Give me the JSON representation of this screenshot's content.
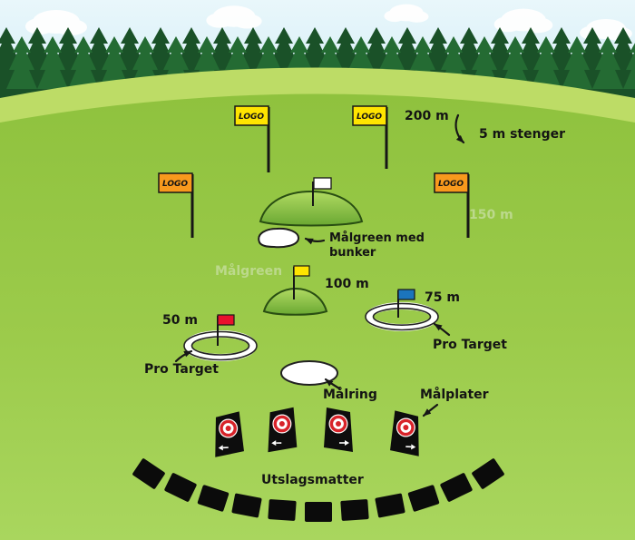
{
  "diagram": {
    "flag_logo": "LOGO",
    "annotations": {
      "distance_200": "200 m",
      "poles_note": "5 m stenger",
      "distance_150": "150 m",
      "target_green_line1": "Målgreen med",
      "target_green_line2": "bunker",
      "target_green_watermark": "Målgreen",
      "distance_100": "100 m",
      "distance_75": "75 m",
      "distance_50": "50 m",
      "pro_target_left": "Pro Target",
      "pro_target_right": "Pro Target",
      "target_ring": "Målring",
      "target_plates": "Målplater",
      "tee_mats": "Utslagsmatter"
    },
    "colors": {
      "sky_top": "#e9f7fb",
      "sky_bottom": "#c3e6f2",
      "forest_green_back": "#1a5128",
      "forest_green_front": "#246b33",
      "hill_highlight": "#bddc66",
      "field_green_top": "#8fc23e",
      "field_green_bottom": "#a9d65e",
      "flag_yellow": "#ffe400",
      "flag_orange": "#f8991d",
      "flag_red": "#e8112d",
      "flag_blue": "#1c75bc",
      "flag_white": "#ffffff",
      "bunker_white": "#ffffff",
      "target_red": "#d8232a",
      "mat_black": "#0b0b0b",
      "label_black": "#141414",
      "watermark_green": "#bcd98c"
    }
  }
}
